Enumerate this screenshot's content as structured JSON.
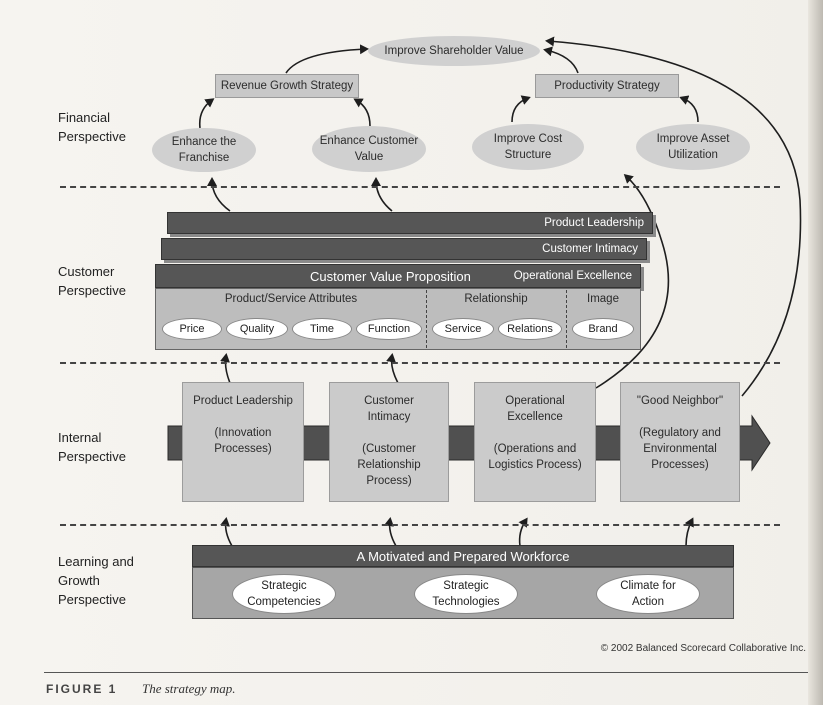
{
  "financial": {
    "label": "Financial\nPerspective",
    "shareholder": "Improve Shareholder Value",
    "revenue": "Revenue Growth Strategy",
    "productivity": "Productivity Strategy",
    "enhance_franchise": "Enhance the\nFranchise",
    "enhance_customer": "Enhance Customer\nValue",
    "improve_cost": "Improve Cost\nStructure",
    "improve_asset": "Improve Asset\nUtilization"
  },
  "customer": {
    "label": "Customer\nPerspective",
    "product_leadership": "Product Leadership",
    "customer_intimacy": "Customer Intimacy",
    "cvp_title": "Customer Value Proposition",
    "operational_excellence": "Operational Excellence",
    "attributes_header": "Product/Service Attributes",
    "relationship_header": "Relationship",
    "image_header": "Image",
    "pills": [
      "Price",
      "Quality",
      "Time",
      "Function",
      "Service",
      "Relations",
      "Brand"
    ]
  },
  "internal": {
    "label": "Internal\nPerspective",
    "boxes": [
      "Product Leadership\n\n(Innovation\nProcesses)",
      "Customer\nIntimacy\n\n(Customer\nRelationship\nProcess)",
      "Operational\nExcellence\n\n(Operations and\nLogistics Process)",
      "\"Good Neighbor\"\n\n(Regulatory and\nEnvironmental\nProcesses)"
    ]
  },
  "learning": {
    "label": "Learning and\nGrowth\nPerspective",
    "bar_title": "A Motivated and Prepared Workforce",
    "items": [
      "Strategic\nCompetencies",
      "Strategic\nTechnologies",
      "Climate for\nAction"
    ]
  },
  "copyright": "© 2002 Balanced Scorecard Collaborative Inc.",
  "caption": {
    "label": "FIGURE 1",
    "text": "The strategy map."
  }
}
